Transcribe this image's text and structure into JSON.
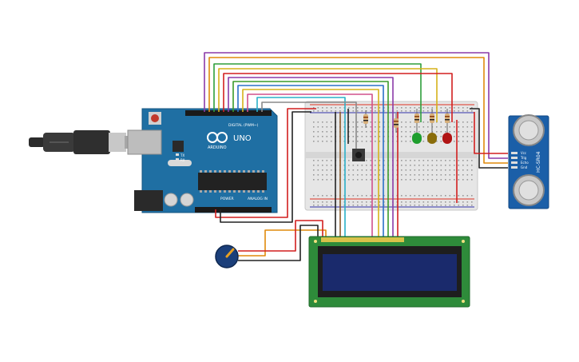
{
  "arduino": {
    "brand": "ARDUINO",
    "model": "UNO",
    "digital_label": "DIGITAL (PWM~)",
    "power_label": "POWER",
    "analog_label": "ANALOG IN",
    "led_labels": [
      "TX",
      "RX"
    ],
    "board_color": "#1f6fa3"
  },
  "sensor": {
    "name": "HC-SR04",
    "pins": [
      "Vcc",
      "Trig",
      "Echo",
      "Gnd"
    ],
    "color": "#1b5fa8"
  },
  "lcd": {
    "pcb_color": "#2e8b3a",
    "screen_color": "#1a2a6c"
  },
  "leds": {
    "colors": [
      "#1e9e2e",
      "#8a6d0a",
      "#b01414"
    ],
    "names": [
      "green",
      "yellow",
      "red"
    ]
  },
  "wire_colors": {
    "red": "#d21f1f",
    "black": "#222222",
    "orange": "#e08a0c",
    "purple": "#8b3aa8",
    "yellow": "#d6b21a",
    "green": "#3a9b2a",
    "blue": "#2a70c8",
    "brown": "#8a5a2a",
    "pink": "#d0508c",
    "cyan": "#2ab0c8",
    "gray": "#8a8a8a"
  }
}
